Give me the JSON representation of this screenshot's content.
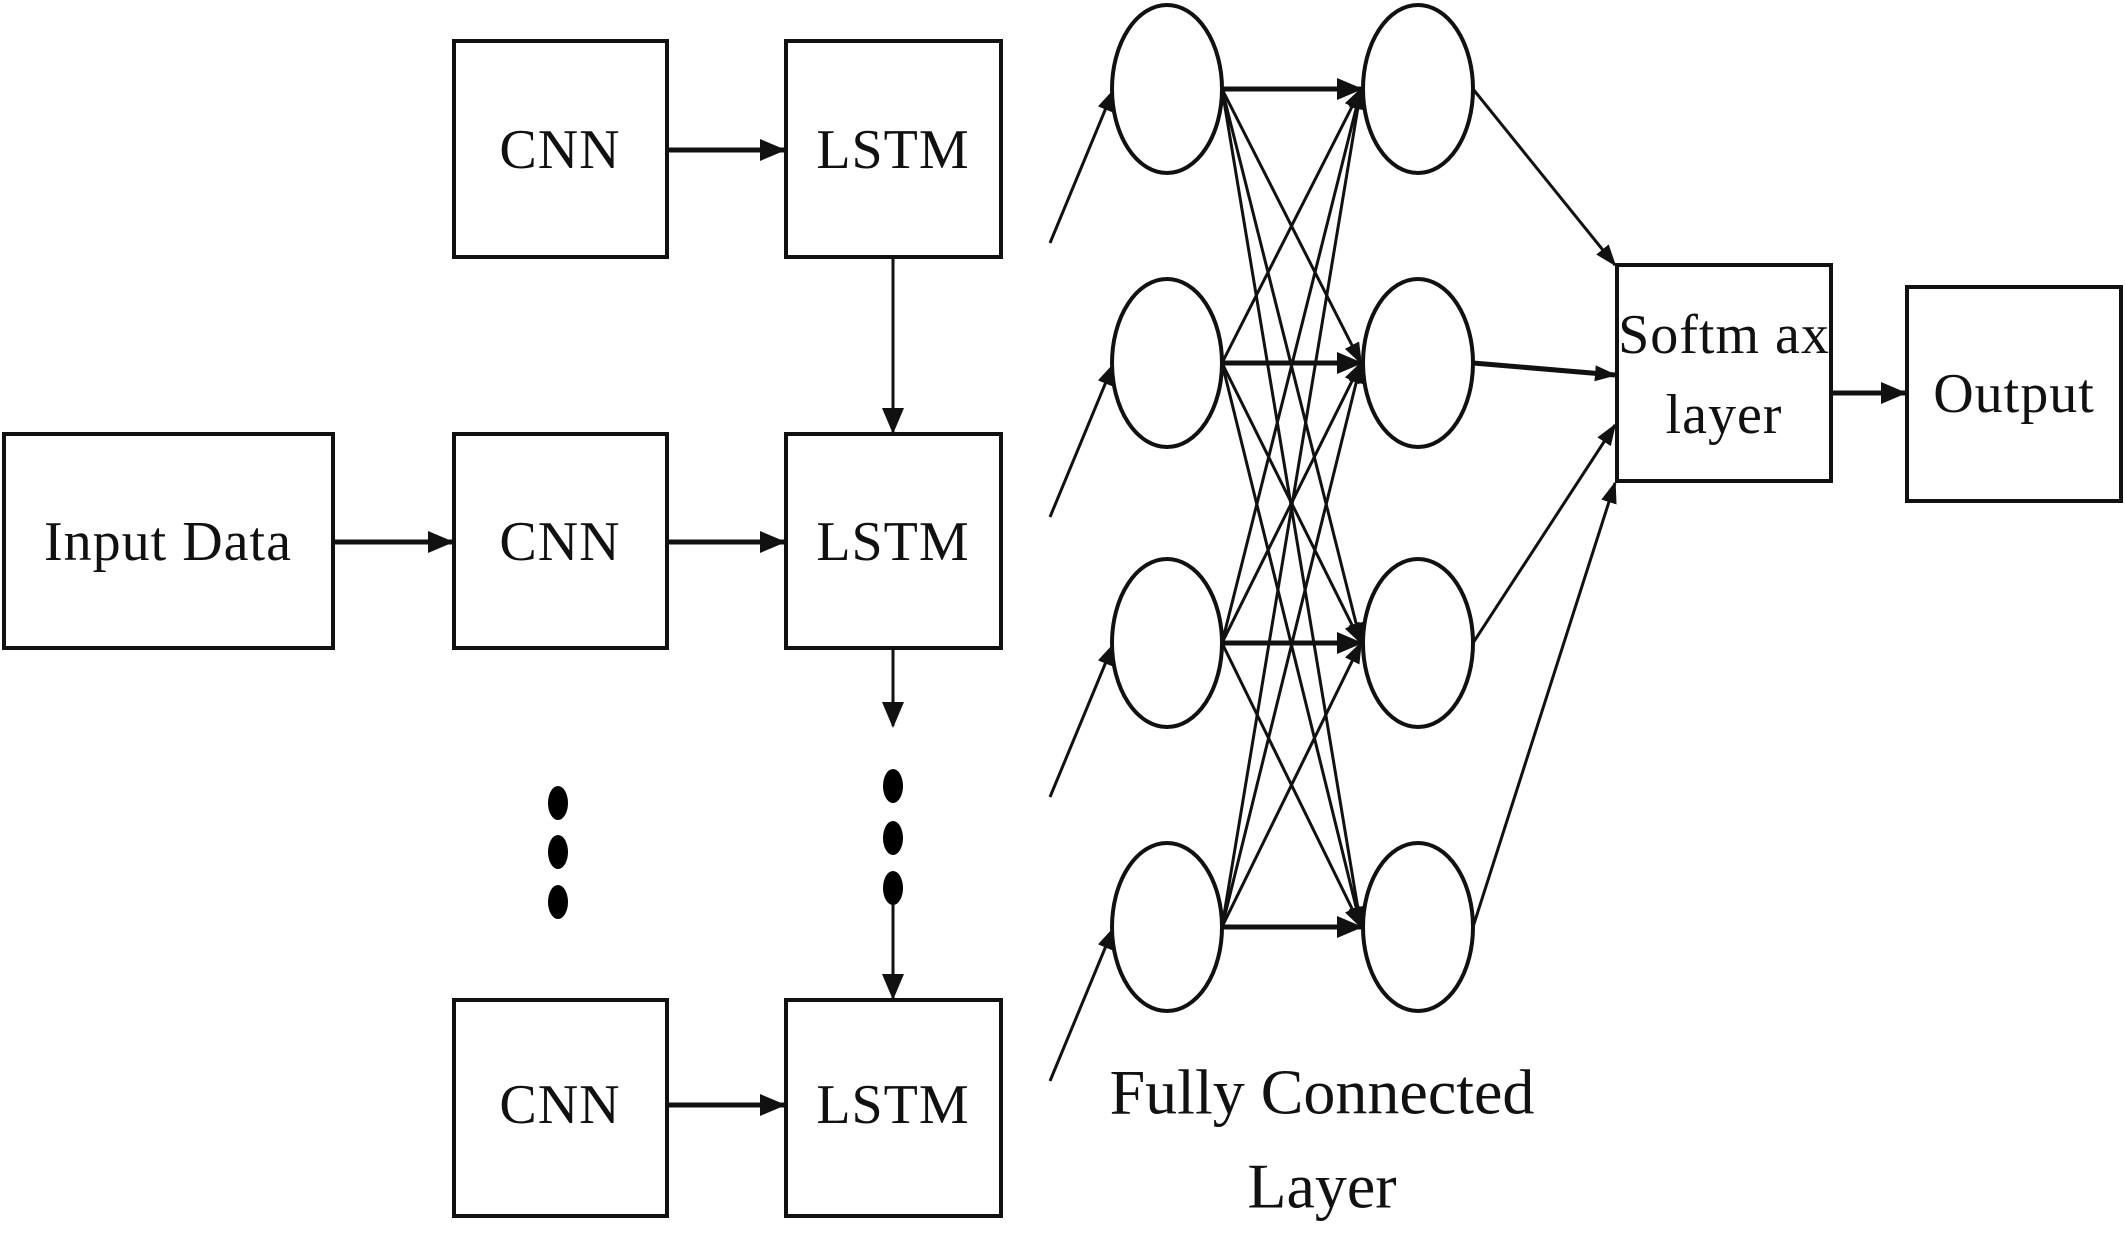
{
  "diagram": {
    "title": "CNN-LSTM with Fully Connected and Softmax layers",
    "colors": {
      "stroke": "#111111",
      "background": "#ffffff"
    },
    "nodes": {
      "input": {
        "label": "Input Data"
      },
      "cnn_1": {
        "label": "CNN"
      },
      "lstm_1": {
        "label": "LSTM"
      },
      "cnn_2": {
        "label": "CNN"
      },
      "lstm_2": {
        "label": "LSTM"
      },
      "cnn_n": {
        "label": "CNN"
      },
      "lstm_n": {
        "label": "LSTM"
      },
      "softmax": {
        "label_line1": "Softm ax",
        "label_line2": "layer"
      },
      "output": {
        "label": "Output"
      }
    },
    "fully_connected": {
      "label_line1": "Fully Connected",
      "label_line2": "Layer",
      "layer1_neurons": 4,
      "layer2_neurons": 4
    },
    "ellipsis_symbol": "vertical-dots"
  }
}
